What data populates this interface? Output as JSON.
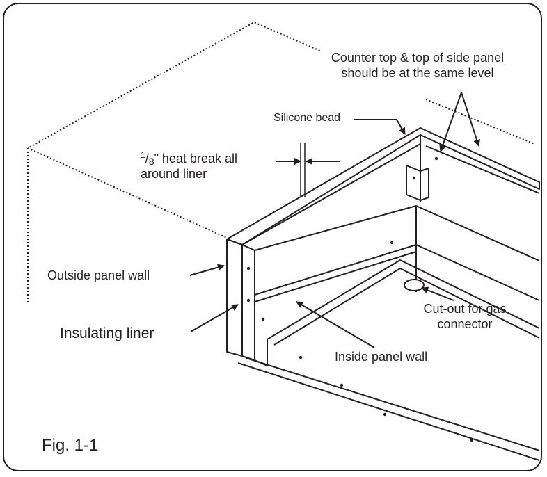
{
  "figure_label": "Fig. 1-1",
  "labels": {
    "counter_top_line1": "Counter top & top of side panel",
    "counter_top_line2": "should be at the same level",
    "silicone_bead": "Silicone bead",
    "heat_break_num": "1",
    "heat_break_den": "8",
    "heat_break_rest": "\" heat break all",
    "heat_break_line2": "around liner",
    "outside_panel_wall": "Outside panel wall",
    "insulating_liner": "Insulating liner",
    "cut_out_line1": "Cut-out for gas",
    "cut_out_line2": "connector",
    "inside_panel_wall": "Inside panel wall"
  },
  "colors": {
    "ink": "#231f20",
    "background": "#ffffff"
  }
}
